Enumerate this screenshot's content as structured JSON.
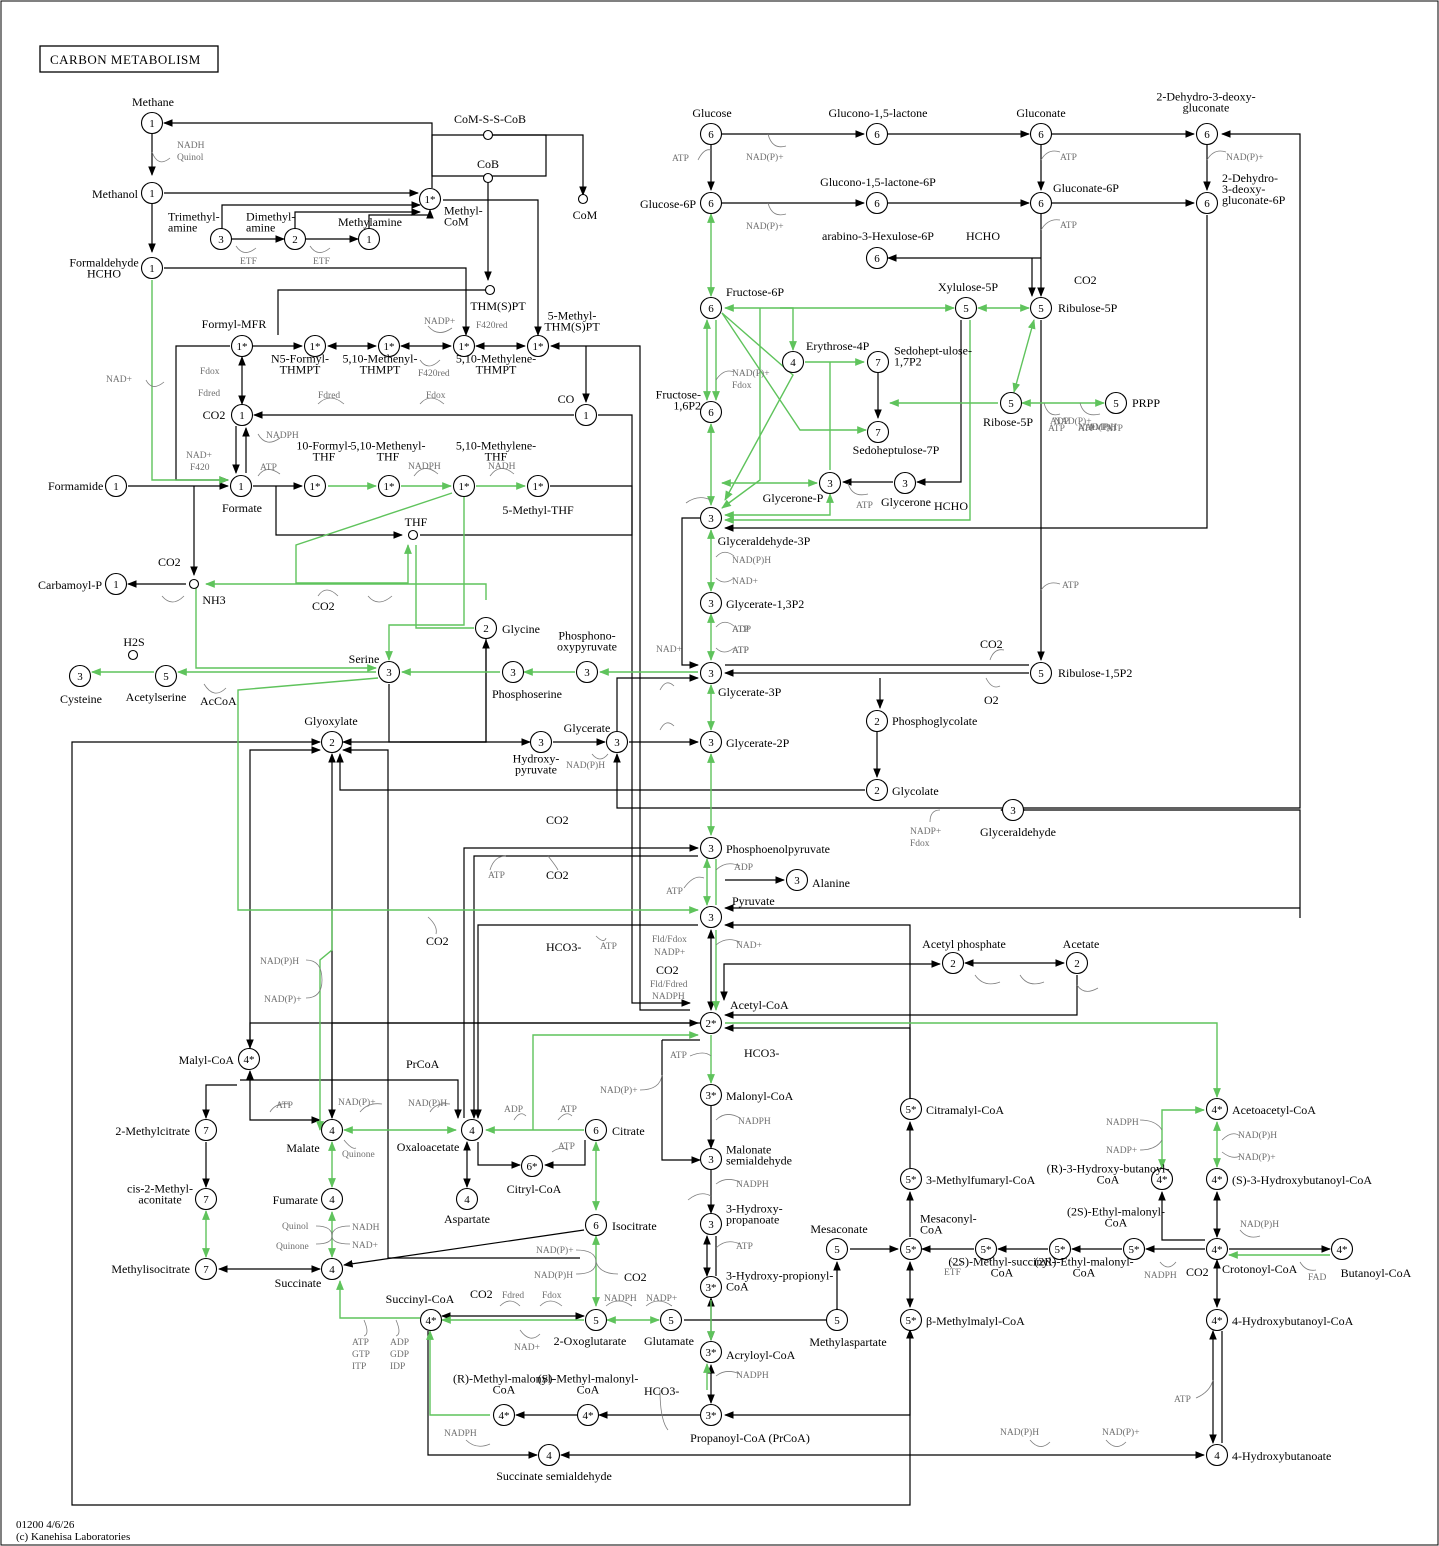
{
  "title": "CARBON METABOLISM",
  "footer": {
    "id": "01200 4/6/26",
    "copyright": "(c) Kanehisa Laboratories"
  },
  "colors": {
    "enzyme_edge": "#5fc35c",
    "edge": "#000000",
    "cofactor": "#6f6f6f"
  },
  "nodes": [
    {
      "id": "methane",
      "num": "1",
      "label": "Methane"
    },
    {
      "id": "methanol",
      "num": "1",
      "label": "Methanol"
    },
    {
      "id": "formaldehyde",
      "num": "1",
      "label": "Formaldehyde HCHO"
    },
    {
      "id": "trimethylamine",
      "num": "3",
      "label": "Trimethyl-amine"
    },
    {
      "id": "dimethylamine",
      "num": "2",
      "label": "Dimethyl-amine"
    },
    {
      "id": "methylamine",
      "num": "1",
      "label": "Methylamine"
    },
    {
      "id": "methyl-com",
      "num": "1*",
      "label": "Methyl-CoM"
    },
    {
      "id": "com-s-s-cob",
      "num": "",
      "label": "CoM-S-S-CoB"
    },
    {
      "id": "cob",
      "num": "",
      "label": "CoB"
    },
    {
      "id": "com",
      "num": "",
      "label": "CoM"
    },
    {
      "id": "thmspt",
      "num": "",
      "label": "THM(S)PT"
    },
    {
      "id": "formyl-mfr",
      "num": "1*",
      "label": "Formyl-MFR"
    },
    {
      "id": "n5-formyl-thmpt",
      "num": "1*",
      "label": "N5-Formyl-THMPT"
    },
    {
      "id": "methenyl-thmpt",
      "num": "1*",
      "label": "5,10-Methenyl-THMPT"
    },
    {
      "id": "methylene-thmpt",
      "num": "1*",
      "label": "5,10-Methylene-THMPT"
    },
    {
      "id": "methyl-thmspt",
      "num": "1*",
      "label": "5-Methyl-THM(S)PT"
    },
    {
      "id": "co2-a",
      "num": "1",
      "label": "CO2"
    },
    {
      "id": "co",
      "num": "1",
      "label": "CO"
    },
    {
      "id": "formamide",
      "num": "1",
      "label": "Formamide"
    },
    {
      "id": "formate",
      "num": "1",
      "label": "Formate"
    },
    {
      "id": "formyl-thf",
      "num": "1*",
      "label": "10-Formyl-THF"
    },
    {
      "id": "methenyl-thf",
      "num": "1*",
      "label": "5,10-Methenyl-THF"
    },
    {
      "id": "methylene-thf",
      "num": "1*",
      "label": "5,10-Methylene-THF"
    },
    {
      "id": "methyl-thf",
      "num": "1*",
      "label": "5-Methyl-THF"
    },
    {
      "id": "thf",
      "num": "",
      "label": "THF"
    },
    {
      "id": "carbamoyl-p",
      "num": "1",
      "label": "Carbamoyl-P"
    },
    {
      "id": "nh3",
      "num": "",
      "label": "NH3"
    },
    {
      "id": "glycine",
      "num": "2",
      "label": "Glycine"
    },
    {
      "id": "serine",
      "num": "3",
      "label": "Serine"
    },
    {
      "id": "cysteine",
      "num": "3",
      "label": "Cysteine"
    },
    {
      "id": "acetylserine",
      "num": "5",
      "label": "Acetylserine"
    },
    {
      "id": "h2s",
      "num": "",
      "label": "H2S"
    },
    {
      "id": "phosphoserine",
      "num": "3",
      "label": "Phosphoserine"
    },
    {
      "id": "phosphooxypyruvate",
      "num": "3",
      "label": "Phosphono-oxypyruvate"
    },
    {
      "id": "glyoxylate",
      "num": "2",
      "label": "Glyoxylate"
    },
    {
      "id": "hydroxypyruvate",
      "num": "3",
      "label": "Hydroxy-pyruvate"
    },
    {
      "id": "glycerate",
      "num": "3",
      "label": "Glycerate"
    },
    {
      "id": "glucose",
      "num": "6",
      "label": "Glucose"
    },
    {
      "id": "gluconolactone",
      "num": "6",
      "label": "Glucono-1,5-lactone"
    },
    {
      "id": "gluconate",
      "num": "6",
      "label": "Gluconate"
    },
    {
      "id": "kdg",
      "num": "6",
      "label": "2-Dehydro-3-deoxy-gluconate"
    },
    {
      "id": "glucose-6p",
      "num": "6",
      "label": "Glucose-6P"
    },
    {
      "id": "gluconolactone-6p",
      "num": "6",
      "label": "Glucono-1,5-lactone-6P"
    },
    {
      "id": "gluconate-6p",
      "num": "6",
      "label": "Gluconate-6P"
    },
    {
      "id": "kdpg",
      "num": "6",
      "label": "2-Dehydro-3-deoxy-gluconate-6P"
    },
    {
      "id": "hexulose-6p",
      "num": "6",
      "label": "arabino-3-Hexulose-6P"
    },
    {
      "id": "fructose-6p",
      "num": "6",
      "label": "Fructose-6P"
    },
    {
      "id": "xylulose-5p",
      "num": "5",
      "label": "Xylulose-5P"
    },
    {
      "id": "ribulose-5p",
      "num": "5",
      "label": "Ribulose-5P"
    },
    {
      "id": "erythrose-4p",
      "num": "4",
      "label": "Erythrose-4P"
    },
    {
      "id": "sedoheptulose-17p2",
      "num": "7",
      "label": "Sedohept-ulose-1,7P2"
    },
    {
      "id": "fructose-16p2",
      "num": "6",
      "label": "Fructose-1,6P2"
    },
    {
      "id": "sedoheptulose-7p",
      "num": "7",
      "label": "Sedoheptulose-7P"
    },
    {
      "id": "ribose-5p",
      "num": "5",
      "label": "Ribose-5P"
    },
    {
      "id": "prpp",
      "num": "5",
      "label": "PRPP"
    },
    {
      "id": "glycerone-p",
      "num": "3",
      "label": "Glycerone-P"
    },
    {
      "id": "glycerone",
      "num": "3",
      "label": "Glycerone"
    },
    {
      "id": "gap",
      "num": "3",
      "label": "Glyceraldehyde-3P"
    },
    {
      "id": "bpg",
      "num": "3",
      "label": "Glycerate-1,3P2"
    },
    {
      "id": "3pg",
      "num": "3",
      "label": "Glycerate-3P"
    },
    {
      "id": "rubp",
      "num": "5",
      "label": "Ribulose-1,5P2"
    },
    {
      "id": "phosphoglycolate",
      "num": "2",
      "label": "Phosphoglycolate"
    },
    {
      "id": "2pg",
      "num": "3",
      "label": "Glycerate-2P"
    },
    {
      "id": "glycolate",
      "num": "2",
      "label": "Glycolate"
    },
    {
      "id": "glyceraldehyde",
      "num": "3",
      "label": "Glyceraldehyde"
    },
    {
      "id": "pep",
      "num": "3",
      "label": "Phosphoenolpyruvate"
    },
    {
      "id": "alanine",
      "num": "3",
      "label": "Alanine"
    },
    {
      "id": "pyruvate",
      "num": "3",
      "label": "Pyruvate"
    },
    {
      "id": "acetyl-phosphate",
      "num": "2",
      "label": "Acetyl phosphate"
    },
    {
      "id": "acetate",
      "num": "2",
      "label": "Acetate"
    },
    {
      "id": "acetyl-coa",
      "num": "2*",
      "label": "Acetyl-CoA"
    },
    {
      "id": "malyl-coa",
      "num": "4*",
      "label": "Malyl-CoA"
    },
    {
      "id": "malonyl-coa",
      "num": "3*",
      "label": "Malonyl-CoA"
    },
    {
      "id": "methylcitrate",
      "num": "7",
      "label": "2-Methylcitrate"
    },
    {
      "id": "malate",
      "num": "4",
      "label": "Malate"
    },
    {
      "id": "oxaloacetate",
      "num": "4",
      "label": "Oxaloacetate"
    },
    {
      "id": "citrate",
      "num": "6",
      "label": "Citrate"
    },
    {
      "id": "citryl-coa",
      "num": "6*",
      "label": "Citryl-CoA"
    },
    {
      "id": "aspartate",
      "num": "4",
      "label": "Aspartate"
    },
    {
      "id": "methylaconitate",
      "num": "7",
      "label": "cis-2-Methyl-aconitate"
    },
    {
      "id": "fumarate",
      "num": "4",
      "label": "Fumarate"
    },
    {
      "id": "malonate-semialdehyde",
      "num": "3",
      "label": "Malonate semialdehyde"
    },
    {
      "id": "isocitrate",
      "num": "6",
      "label": "Isocitrate"
    },
    {
      "id": "methylisocitrate",
      "num": "7",
      "label": "Methylisocitrate"
    },
    {
      "id": "succinate",
      "num": "4",
      "label": "Succinate"
    },
    {
      "id": "hydroxypropanoate",
      "num": "3",
      "label": "3-Hydroxy-propanoate"
    },
    {
      "id": "succinyl-coa",
      "num": "4*",
      "label": "Succinyl-CoA"
    },
    {
      "id": "oxoglutarate",
      "num": "5",
      "label": "2-Oxoglutarate"
    },
    {
      "id": "glutamate",
      "num": "5",
      "label": "Glutamate"
    },
    {
      "id": "hydroxypropionyl-coa",
      "num": "3*",
      "label": "3-Hydroxy-propionyl-CoA"
    },
    {
      "id": "acryloyl-coa",
      "num": "3*",
      "label": "Acryloyl-CoA"
    },
    {
      "id": "r-methylmalonyl-coa",
      "num": "4*",
      "label": "(R)-Methyl-malonyl-CoA"
    },
    {
      "id": "s-methylmalonyl-coa",
      "num": "4*",
      "label": "(S)-Methyl-malonyl-CoA"
    },
    {
      "id": "propanoyl-coa",
      "num": "3*",
      "label": "Propanoyl-CoA (PrCoA)"
    },
    {
      "id": "succinate-semialdehyde",
      "num": "4",
      "label": "Succinate semialdehyde"
    },
    {
      "id": "citramalyl-coa",
      "num": "5*",
      "label": "Citramalyl-CoA"
    },
    {
      "id": "methylfumaryl-coa",
      "num": "5*",
      "label": "3-Methylfumaryl-CoA"
    },
    {
      "id": "mesaconate",
      "num": "5",
      "label": "Mesaconate"
    },
    {
      "id": "mesaconyl-coa",
      "num": "5*",
      "label": "Mesaconyl-CoA"
    },
    {
      "id": "methylaspartate",
      "num": "5",
      "label": "Methylaspartate"
    },
    {
      "id": "methylmalyl-coa",
      "num": "5*",
      "label": "β-Methylmalyl-CoA"
    },
    {
      "id": "methylsuccinyl-coa",
      "num": "5*",
      "label": "(2S)-Methyl-succinyl-CoA"
    },
    {
      "id": "ethylmalonyl-coa-2r",
      "num": "5*",
      "label": "(2R)-Ethyl-malonyl-CoA"
    },
    {
      "id": "ethylmalonyl-coa-2s",
      "num": "5*",
      "label": "(2S)-Ethyl-malonyl-CoA"
    },
    {
      "id": "acetoacetyl-coa",
      "num": "4*",
      "label": "Acetoacetyl-CoA"
    },
    {
      "id": "r-hydroxybutanoyl-coa",
      "num": "4*",
      "label": "(R)-3-Hydroxy-butanoyl-CoA"
    },
    {
      "id": "s-hydroxybutanoyl-coa",
      "num": "4*",
      "label": "(S)-3-Hydroxybutanoyl-CoA"
    },
    {
      "id": "crotonoyl-coa",
      "num": "4*",
      "label": "Crotonoyl-CoA"
    },
    {
      "id": "butanoyl-coa",
      "num": "4*",
      "label": "Butanoyl-CoA"
    },
    {
      "id": "hydroxybutanoyl-coa-4",
      "num": "4*",
      "label": "4-Hydroxybutanoyl-CoA"
    },
    {
      "id": "hydroxybutanoate-4",
      "num": "4",
      "label": "4-Hydroxybutanoate"
    }
  ],
  "cofactors": [
    "NADH",
    "Quinol",
    "ETF",
    "ETF",
    "NAD+",
    "Fdox",
    "Fdred",
    "Fdred",
    "Fdox",
    "NADPH",
    "NADP+",
    "F420red",
    "F420red",
    "NAD+",
    "F420",
    "ATP",
    "NADPH",
    "NADH",
    "ATP",
    "NAD(P)+",
    "ATP",
    "NAD(P)+",
    "NAD(P)+",
    "ATP",
    "NAD(P)+ Fdox",
    "NAD(P)+",
    "NAD(P)H",
    "ADP",
    "ATP",
    "ATP",
    "ATP",
    "ATP",
    "AMP",
    "ATP",
    "NAD+",
    "NAD(P)H",
    "NAD+",
    "ATP",
    "ATP",
    "NAD(P)H",
    "NADP+ Fdox",
    "ADP",
    "ATP",
    "Fld/Fdox",
    "NADP+",
    "Fld/Fdred",
    "NADPH",
    "NAD+",
    "ADP",
    "ATP",
    "ATP",
    "ATP",
    "NAD(P)H",
    "NAD(P)+",
    "ATP",
    "NAD(P)+",
    "NAD(P)H",
    "ADP",
    "ATP",
    "ATP",
    "NAD(P)+",
    "Quinone",
    "NADPH",
    "NADPH",
    "ATP",
    "NADPH",
    "Quinol",
    "Quinone",
    "NADH",
    "NAD+",
    "ATP GTP ITP",
    "ADP GDP IDP",
    "Fdred",
    "Fdox",
    "NAD+",
    "NAD(P)+",
    "NAD(P)H",
    "NADPH",
    "NADP+",
    "ATP",
    "NADPH",
    "ETF",
    "NADPH",
    "NADPH",
    "NADP+",
    "NAD(P)H",
    "NAD(P)+",
    "NAD(P)H",
    "FAD",
    "ATP",
    "NAD(P)H",
    "NAD(P)+"
  ],
  "labels": {
    "co2": "CO2",
    "co2_b": "CO2",
    "co2_c": "CO2",
    "co2_d": "CO2",
    "co2_e": "CO2",
    "co2_f": "CO2",
    "co2_g": "CO2",
    "co2_h": "CO2",
    "co2_i": "CO2",
    "co2_j": "CO2",
    "hcho": "HCHO",
    "hcho_b": "HCHO",
    "o2": "O2",
    "acoa": "AcCoA",
    "prcoa": "PrCoA",
    "hco3": "HCO3-",
    "hco3_b": "HCO3-",
    "hco3_c": "HCO3-"
  }
}
